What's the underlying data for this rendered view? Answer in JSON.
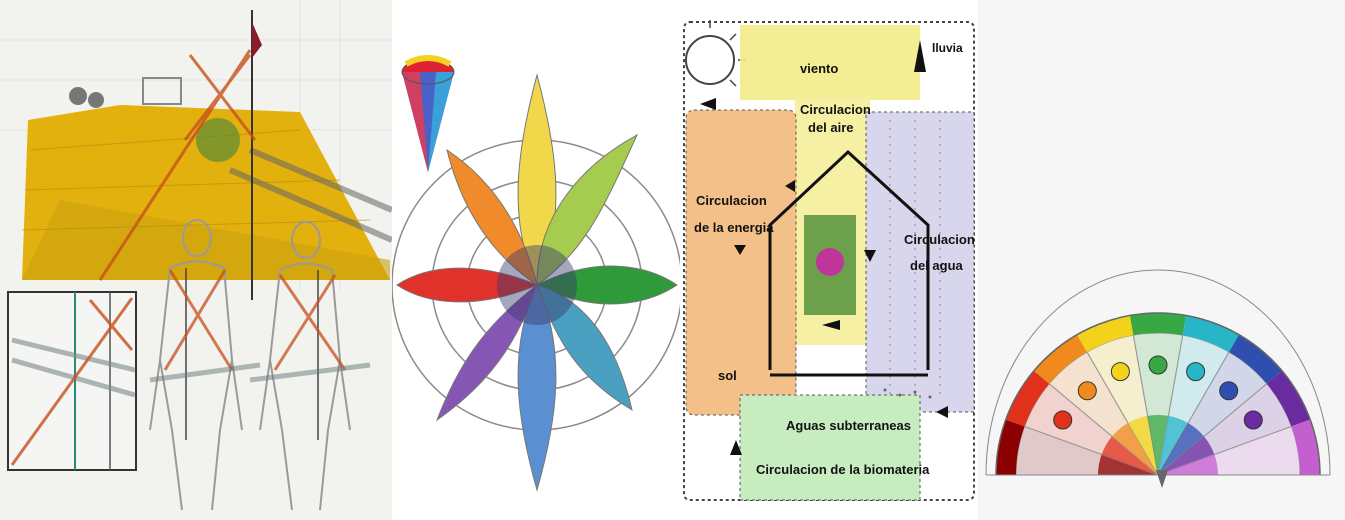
{
  "diagram": {
    "wind_label": "viento",
    "rain_label": "lluvia",
    "air_label_line1": "Circulacion",
    "air_label_line2": "del aire",
    "energy_label_line1": "Circulacion",
    "energy_label_line2": "de la energia",
    "water_label_line1": "Circulacion",
    "water_label_line2": "del agua",
    "sun_label": "sol",
    "groundwater_label": "Aguas subterraneas",
    "biomass_label": "Circulacion de la biomateria"
  },
  "chakra_chart": {
    "colors": [
      "#8b0000",
      "#e0321b",
      "#f08a1c",
      "#f2d21a",
      "#38a845",
      "#27b6c8",
      "#2f4fb0",
      "#6a2aa0",
      "#c45fd0"
    ]
  }
}
